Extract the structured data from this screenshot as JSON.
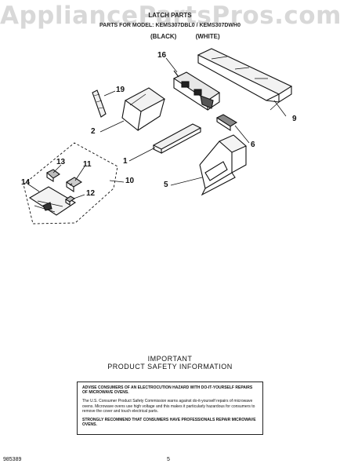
{
  "watermark": "AppliancePartsPros.com",
  "header": {
    "title": "LATCH PARTS",
    "subtitle": "PARTS FOR MODEL: KEMS307DBL0 / KEMS307DWH0",
    "variants": [
      "(BLACK)",
      "(WHITE)"
    ]
  },
  "callouts": {
    "c16": "16",
    "c19": "19",
    "c9": "9",
    "c2": "2",
    "c6": "6",
    "c1": "1",
    "c13": "13",
    "c11": "11",
    "c10": "10",
    "c14": "14",
    "c12": "12",
    "c5": "5"
  },
  "safety": {
    "title": "IMPORTANT",
    "heading": "PRODUCT SAFETY INFORMATION",
    "p1": "ADVISE CONSUMERS OF AN ELECTROCUTION HAZARD WITH DO-IT-YOURSELF REPAIRS OF MICROWAVE OVENS.",
    "p2": "The U.S. Consumer Product Safety Commission warns against do-it-yourself repairs of microwave ovens. Microwave ovens use high voltage and this makes it particularly hazardous for consumers to remove the cover and touch electrical parts.",
    "p3": "STRONGLY RECOMMEND THAT CONSUMERS HAVE PROFESSIONALS REPAIR MICROWAVE OVENS."
  },
  "footer": {
    "doc_number": "985389",
    "page": "5"
  }
}
